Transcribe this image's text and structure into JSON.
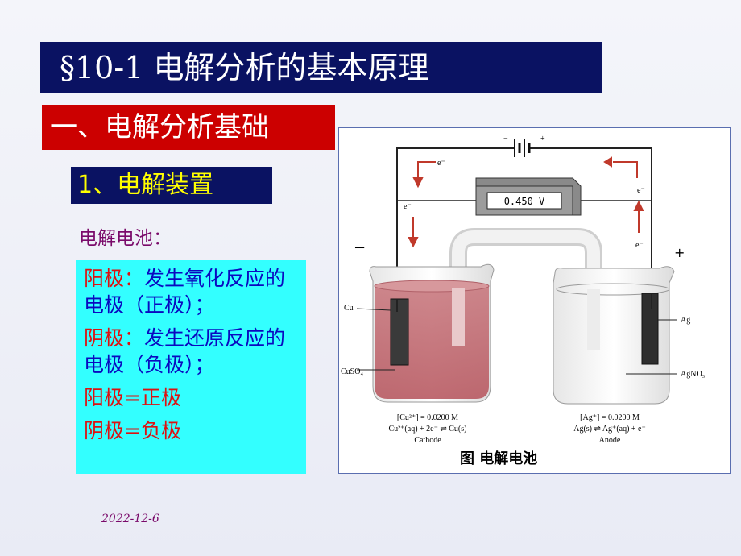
{
  "title": "§10-1  电解分析的基本原理",
  "section": "一、电解分析基础",
  "subsection": "1、电解装置",
  "cell_label": "电解电池：",
  "definitions": [
    {
      "term": "阳极：",
      "text": "发生氧化反应的电极（正极）；"
    },
    {
      "term": "阴极：",
      "text": "发生还原反应的电极（负极）；"
    },
    {
      "term": "阳极=正极",
      "text": ""
    },
    {
      "term": "阴极=负极",
      "text": ""
    }
  ],
  "date": "2022-12-6",
  "figure": {
    "meter_reading": "0.450 V",
    "caption": "图    电解电池",
    "minus_sign": "−",
    "plus_sign": "+",
    "battery_minus": "−",
    "battery_plus": "+",
    "electron": "e⁻",
    "left_electrode": "Cu",
    "left_solution": "CuSO₄",
    "right_electrode": "Ag",
    "right_solution": "AgNO₃",
    "left_conc": "[Cu²⁺] = 0.0200 M",
    "left_reaction": "Cu²⁺(aq) + 2e⁻ ⇌ Cu(s)",
    "left_role": "Cathode",
    "right_conc": "[Ag⁺] = 0.0200 M",
    "right_reaction": "Ag(s) ⇌ Ag⁺(aq) + e⁻",
    "right_role": "Anode"
  },
  "colors": {
    "title_bg": "#0a1262",
    "section_bg": "#cc0000",
    "subsection_text": "#ffff00",
    "box_bg": "#33ffff",
    "red_text": "#dd1111",
    "blue_text": "#0a0ac0"
  }
}
